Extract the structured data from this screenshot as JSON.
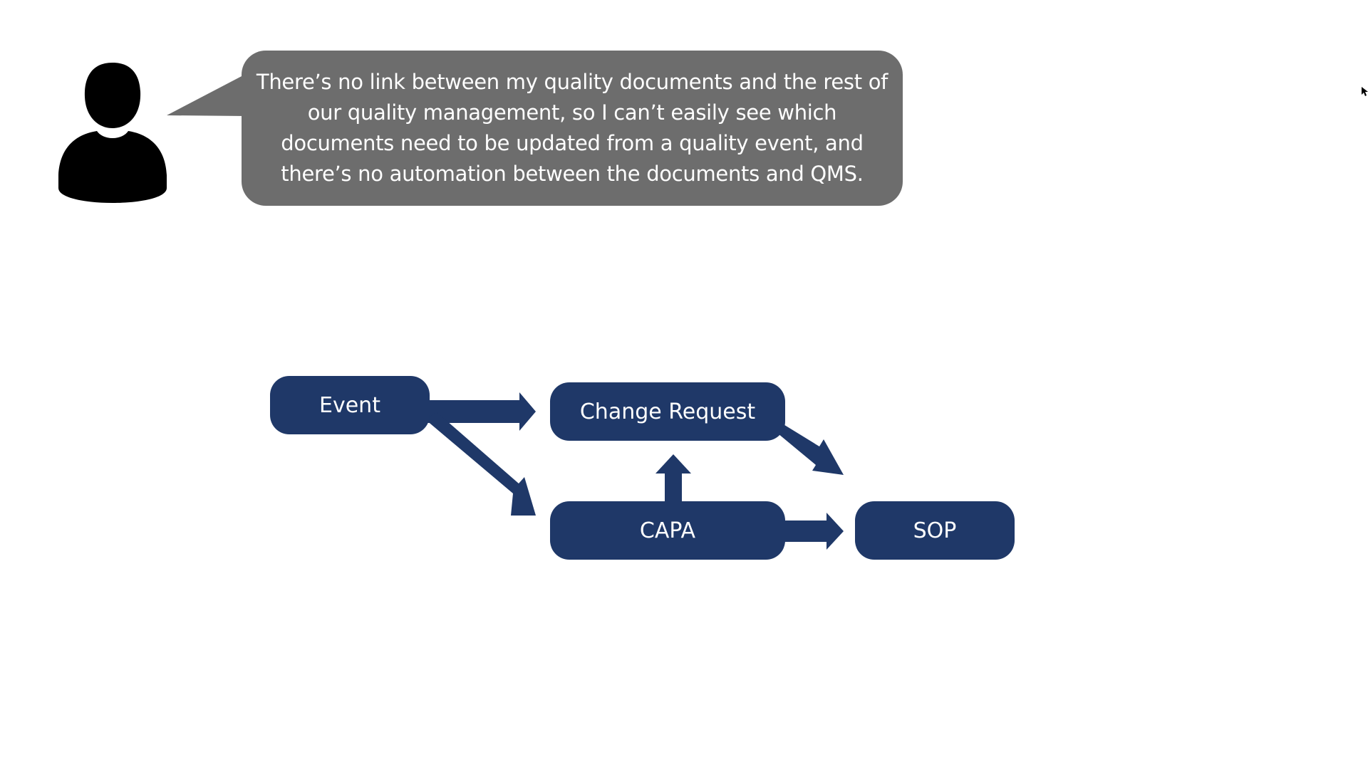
{
  "slide": {
    "speech_text": "There’s no link between my quality documents and the rest of our quality management, so I can’t easily see which documents need to be updated from a quality event, and there’s no automation between the documents and QMS."
  },
  "diagram": {
    "nodes": {
      "event": "Event",
      "change_request": "Change Request",
      "capa": "CAPA",
      "sop": "SOP"
    },
    "edges": [
      {
        "from": "Event",
        "to": "Change Request"
      },
      {
        "from": "Event",
        "to": "CAPA"
      },
      {
        "from": "CAPA",
        "to": "Change Request"
      },
      {
        "from": "Change Request",
        "to": "SOP"
      },
      {
        "from": "CAPA",
        "to": "SOP"
      }
    ]
  },
  "colors": {
    "node_fill": "#1f3868",
    "arrow_fill": "#1f3868",
    "bubble_fill": "#6d6d6d",
    "person_icon": "#000000",
    "text_on_dark": "#ffffff"
  },
  "icons": {
    "person": "person-icon",
    "cursor": "cursor-icon"
  }
}
